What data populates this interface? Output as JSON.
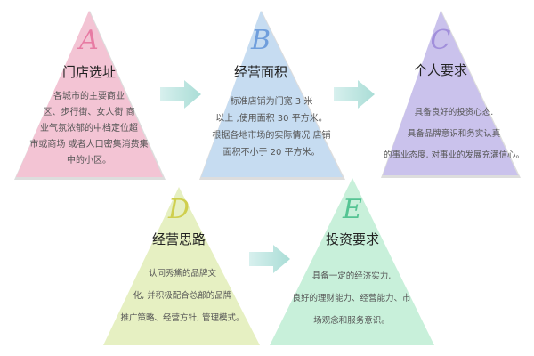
{
  "steps": [
    {
      "letter": "A",
      "title": "门店选址",
      "lines": [
        "各城市的主要商业",
        "区、步行街、女人街 商",
        "业气氛浓郁的中档定位超",
        "市或商场 或者人口密集消费集",
        "中的小区。"
      ],
      "fill": "#f3c4d4",
      "letter_color": "#e77ba3"
    },
    {
      "letter": "B",
      "title": "经营面积",
      "lines": [
        "标准店铺为门宽 3 米",
        "以上 ,使用面积 30 平方米。",
        "根据各地市场的实际情况 店铺",
        "面积不小于 20 平方米。"
      ],
      "fill": "#c6dcf1",
      "letter_color": "#6f9edc"
    },
    {
      "letter": "C",
      "title": "个人要求",
      "lines": [
        "具备良好的投资心态.",
        "具备品牌意识和务实认真",
        "的事业态度, 对事业的发展充满信心。"
      ],
      "fill": "#cac2ec",
      "letter_color": "#a18fdb"
    },
    {
      "letter": "D",
      "title": "经营思路",
      "lines": [
        "认同秀黛的品牌文",
        "化, 并积极配合总部的品牌",
        "推广策略、经营方针, 管理模式。"
      ],
      "fill": "#e6f0c2",
      "letter_color": "#cfcf4e"
    },
    {
      "letter": "E",
      "title": "投资要求",
      "lines": [
        "具备一定的经济实力,",
        "良好的理财能力、经营能力、市",
        "场观念和服务意识。"
      ],
      "fill": "#c8f0da",
      "letter_color": "#55c493"
    }
  ],
  "arrow_color": "#bfe6e0"
}
